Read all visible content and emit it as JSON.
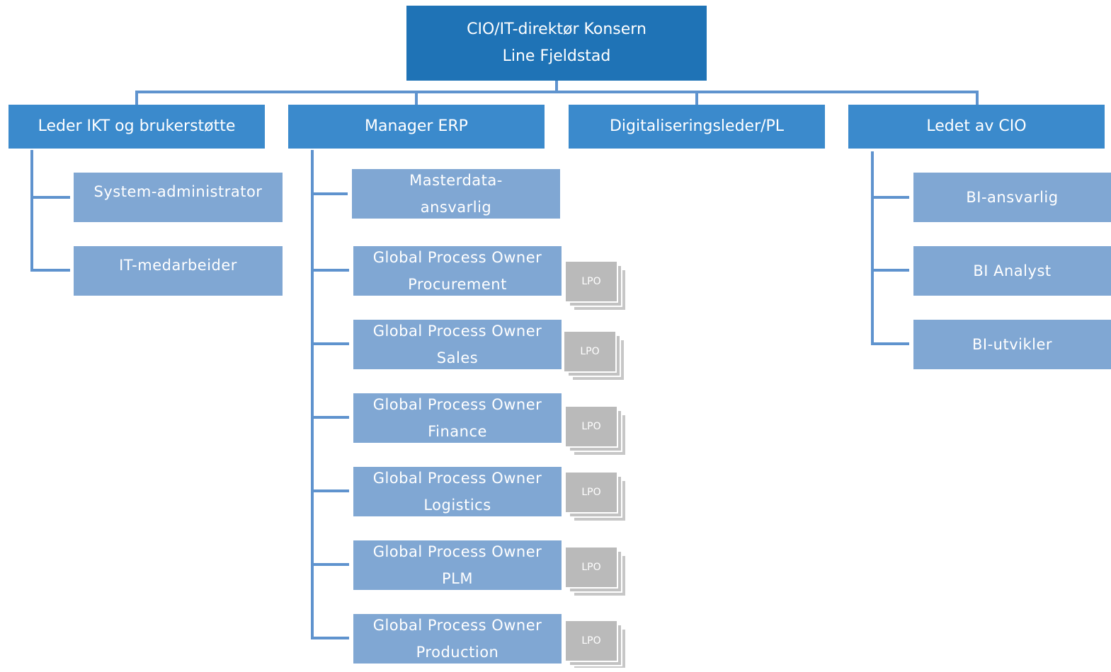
{
  "top": {
    "line1": "CIO/IT-direktør Konsern",
    "line2": "Line Fjeldstad"
  },
  "managers": [
    {
      "label": "Leder IKT og brukerstøtte"
    },
    {
      "label": "Manager ERP"
    },
    {
      "label": "Digitaliseringsleder/PL"
    },
    {
      "label": "Ledet av CIO"
    }
  ],
  "ikt_children": [
    {
      "label": "System-administrator"
    },
    {
      "label": "IT-medarbeider"
    }
  ],
  "erp_children": {
    "masterdata": {
      "line1": "Masterdata-",
      "line2": "ansvarlig"
    },
    "gpo": [
      {
        "line1": "Global Process Owner",
        "line2": "Procurement",
        "lpo": "LPO"
      },
      {
        "line1": "Global Process Owner",
        "line2": "Sales",
        "lpo": "LPO"
      },
      {
        "line1": "Global Process Owner",
        "line2": "Finance",
        "lpo": "LPO"
      },
      {
        "line1": "Global Process Owner",
        "line2": "Logistics",
        "lpo": "LPO"
      },
      {
        "line1": "Global Process Owner",
        "line2": "PLM",
        "lpo": "LPO"
      },
      {
        "line1": "Global Process Owner",
        "line2": "Production",
        "lpo": "LPO"
      }
    ]
  },
  "cio_children": [
    {
      "label": "BI-ansvarlig"
    },
    {
      "label": "BI Analyst"
    },
    {
      "label": "BI-utvikler"
    }
  ],
  "colors": {
    "connector": "#5f93ce",
    "top_box": "#1f73b6",
    "manager_box": "#3b8acc",
    "sub_box": "#80a7d3",
    "lpo_card": "#bdbdbd"
  }
}
